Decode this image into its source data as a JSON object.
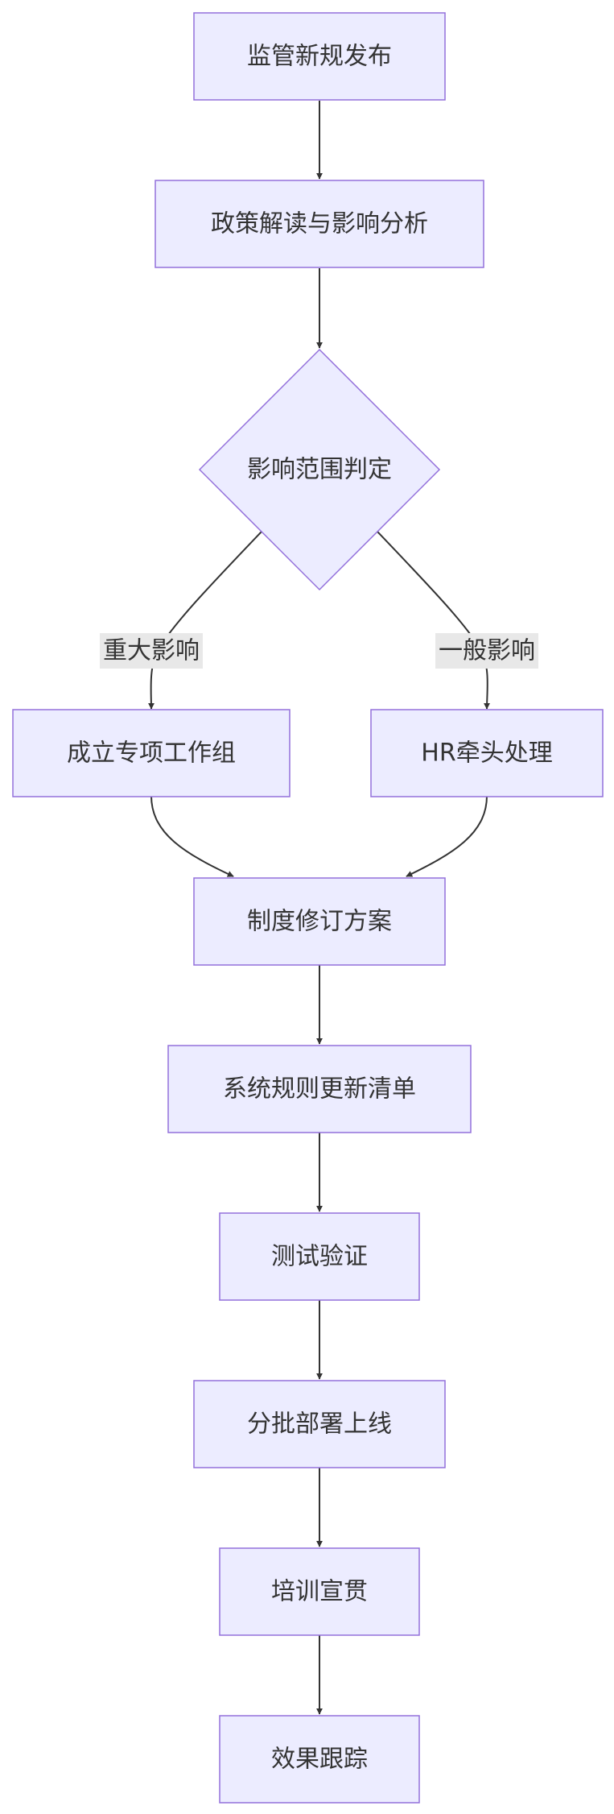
{
  "colors": {
    "node_fill": "#ECECFF",
    "node_stroke": "#9370DB",
    "edge": "#333333",
    "text": "#333333",
    "label_bg": "#E8E8E8"
  },
  "nodes": {
    "n1": "监管新规发布",
    "n2": "政策解读与影响分析",
    "n3": "影响范围判定",
    "n4": "成立专项工作组",
    "n5": "HR牵头处理",
    "n6": "制度修订方案",
    "n7": "系统规则更新清单",
    "n8": "测试验证",
    "n9": "分批部署上线",
    "n10": "培训宣贯",
    "n11": "效果跟踪"
  },
  "edges": {
    "major": "重大影响",
    "general": "一般影响"
  }
}
